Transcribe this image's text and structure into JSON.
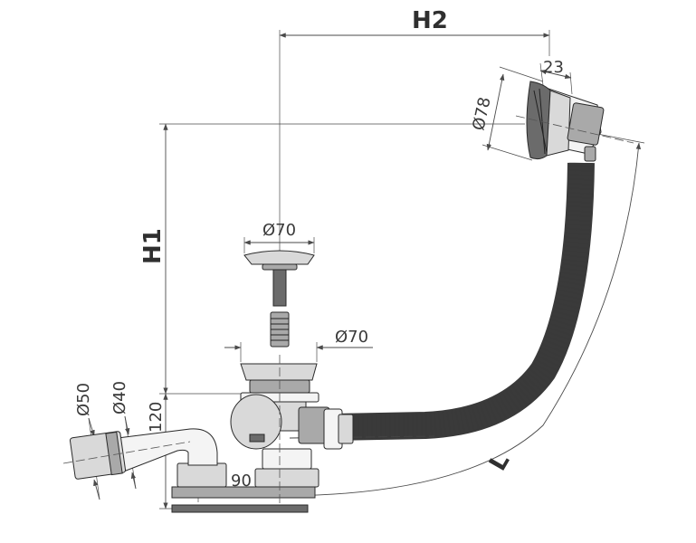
{
  "diagram": {
    "labels": {
      "h1": "H1",
      "h2": "H2",
      "l": "L",
      "d70_top": "Ø70",
      "d70_mid": "Ø70",
      "d78": "Ø78",
      "dim23": "23",
      "d50": "Ø50",
      "d40": "Ø40",
      "dim120": "120",
      "dim90": "90"
    }
  }
}
